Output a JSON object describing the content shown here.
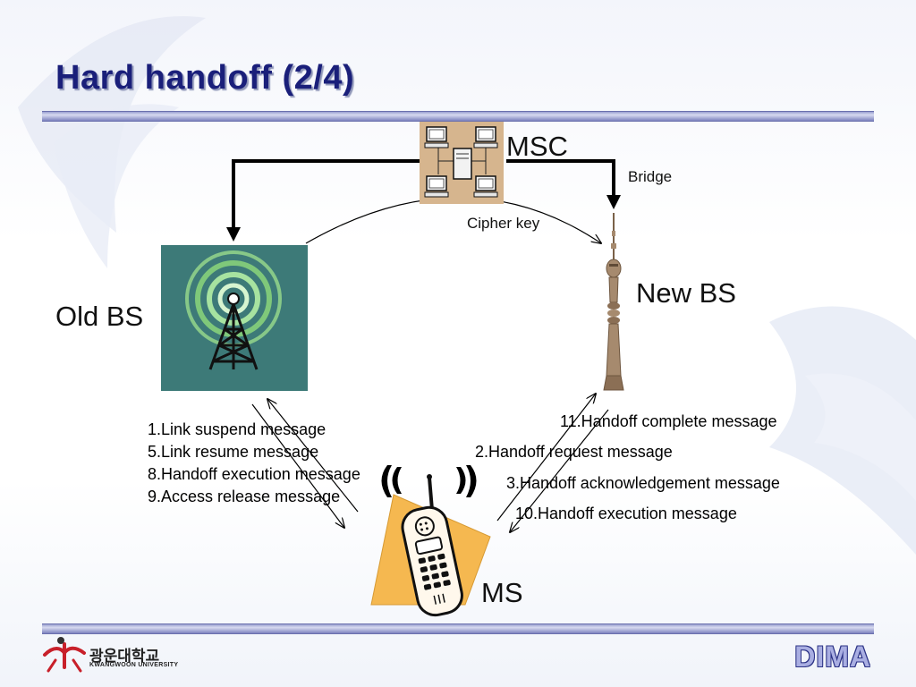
{
  "slide": {
    "title": "Hard handoff (2/4)"
  },
  "diagram": {
    "nodes": {
      "msc": "MSC",
      "old_bs": "Old BS",
      "new_bs": "New BS",
      "ms": "MS"
    },
    "edge_labels": {
      "bridge": "Bridge",
      "cipher_key": "Cipher key"
    },
    "old_bs_messages": [
      "1.Link suspend message",
      "5.Link resume message",
      "8.Handoff execution message",
      "9.Access release message"
    ],
    "new_bs_messages": [
      "11.Handoff complete message",
      "2.Handoff request message",
      "3.Handoff acknowledgement message",
      "10.Handoff execution message"
    ]
  },
  "footer": {
    "university_korean": "광운대학교",
    "university_english": "KWANGWOON UNIVERSITY",
    "brand": "DIMA"
  },
  "colors": {
    "title": "#1a1f7a",
    "old_bs_bg": "#3d7a78",
    "signal_green": "#7fc87a",
    "phone_bg": "#f5b850",
    "tower": "#a68a6e",
    "logo_red": "#c8202a"
  },
  "icons": {
    "msc": "network-computers-icon",
    "old_bs": "antenna-tower-icon",
    "new_bs": "tv-tower-icon",
    "ms": "mobile-phone-icon",
    "logo": "kwangwoon-logo-icon"
  }
}
